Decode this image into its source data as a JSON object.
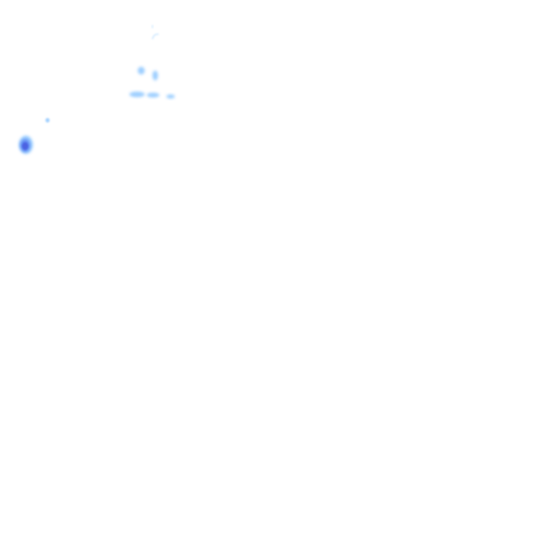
{
  "image": {
    "background": "#ffffff",
    "palette": {
      "light": "#bfe1ff",
      "mid": "#8cc6ff",
      "deep": "#5b84f0",
      "core": "#4a5fe0"
    },
    "marks": [
      {
        "name": "upper-wisp-mark",
        "tone": "light"
      },
      {
        "name": "upper-hook-mark",
        "tone": "light"
      },
      {
        "name": "left-drop-mark",
        "tone": "mid"
      },
      {
        "name": "right-drop-mark",
        "tone": "mid"
      },
      {
        "name": "streak-left-mark",
        "tone": "mid"
      },
      {
        "name": "streak-middle-mark",
        "tone": "mid"
      },
      {
        "name": "streak-right-mark",
        "tone": "mid"
      },
      {
        "name": "small-dot-mark",
        "tone": "mid"
      },
      {
        "name": "blue-blob-outer-mark",
        "tone": "mid"
      },
      {
        "name": "blue-blob-inner-mark",
        "tone": "deep"
      },
      {
        "name": "blue-blob-core-mark",
        "tone": "core"
      }
    ]
  }
}
